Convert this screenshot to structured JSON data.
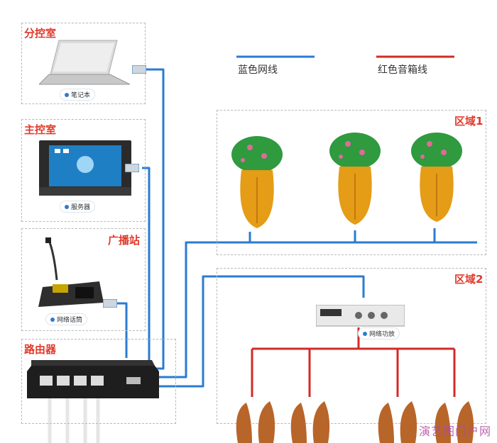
{
  "legend": {
    "blue_label": "蓝色网线",
    "red_label": "红色音箱线",
    "blue_color": "#2a7bd1",
    "red_color": "#d42a26"
  },
  "rooms": {
    "sub_control": {
      "title": "分控室",
      "device_label": "笔记本",
      "device_icon": "laptop-icon"
    },
    "main_control": {
      "title": "主控室",
      "device_label": "服务器",
      "device_icon": "server-icon"
    },
    "broadcast": {
      "title": "广播站",
      "device_label": "网络话筒",
      "device_icon": "microphone-icon"
    },
    "router": {
      "title": "路由器",
      "device_icon": "router-icon"
    }
  },
  "zones": {
    "zone1": {
      "title": "区域1",
      "device_icon": "mushroom-speaker-icon"
    },
    "zone2": {
      "title": "区域2",
      "amp_label": "网络功放",
      "device_icon": "squirrel-speaker-icon"
    }
  },
  "watermark": "演艺图门户网"
}
